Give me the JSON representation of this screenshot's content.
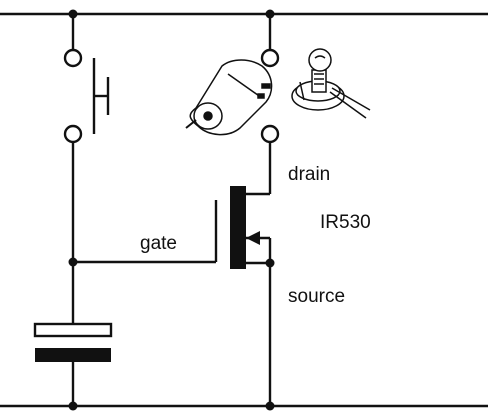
{
  "labels": {
    "gate": "gate",
    "drain": "drain",
    "part_number": "IR530",
    "source": "source"
  },
  "icons": {
    "motor": "dc-motor-icon",
    "lamp": "light-bulb-icon"
  }
}
